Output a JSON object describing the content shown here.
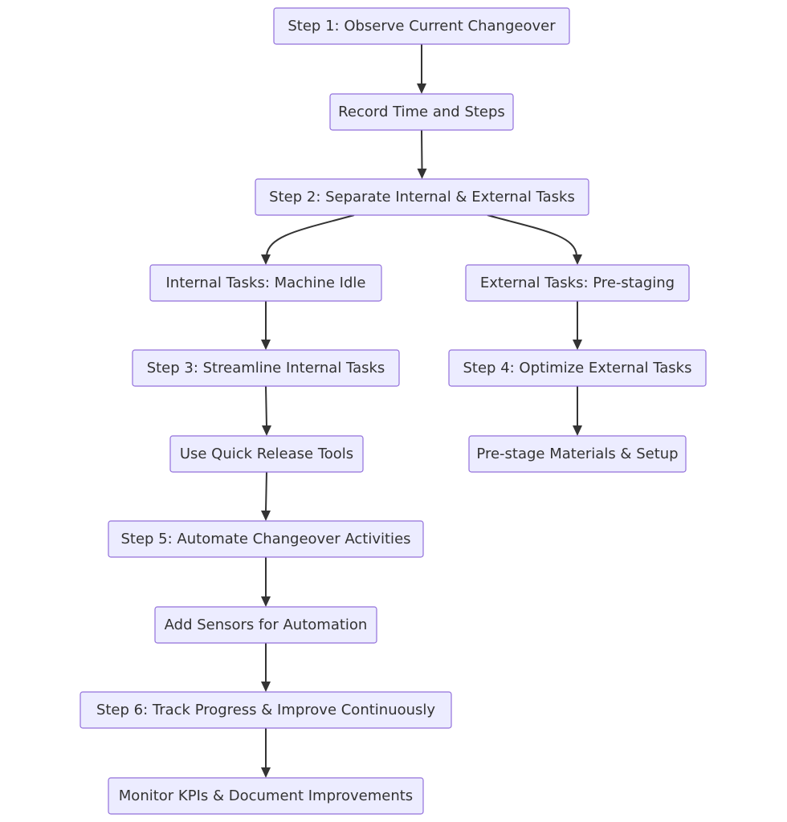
{
  "diagram": {
    "type": "flowchart",
    "nodes": [
      {
        "id": "observe",
        "label": "Step 1: Observe Current Changeover"
      },
      {
        "id": "record",
        "label": "Record Time and Steps"
      },
      {
        "id": "separate",
        "label": "Step 2: Separate Internal & External Tasks"
      },
      {
        "id": "internal",
        "label": "Internal Tasks: Machine Idle"
      },
      {
        "id": "external",
        "label": "External Tasks: Pre-staging"
      },
      {
        "id": "streamline",
        "label": "Step 3: Streamline Internal Tasks"
      },
      {
        "id": "optimize",
        "label": "Step 4: Optimize External Tasks"
      },
      {
        "id": "quick-release",
        "label": "Use Quick Release Tools"
      },
      {
        "id": "prestage",
        "label": "Pre-stage Materials & Setup"
      },
      {
        "id": "automate",
        "label": "Step 5: Automate Changeover Activities"
      },
      {
        "id": "sensors",
        "label": "Add Sensors for Automation"
      },
      {
        "id": "track",
        "label": "Step 6: Track Progress & Improve Continuously"
      },
      {
        "id": "monitor",
        "label": "Monitor KPIs & Document Improvements"
      }
    ],
    "edges": [
      {
        "from": "observe",
        "to": "record"
      },
      {
        "from": "record",
        "to": "separate"
      },
      {
        "from": "separate",
        "to": "internal"
      },
      {
        "from": "separate",
        "to": "external"
      },
      {
        "from": "internal",
        "to": "streamline"
      },
      {
        "from": "external",
        "to": "optimize"
      },
      {
        "from": "streamline",
        "to": "quick-release"
      },
      {
        "from": "optimize",
        "to": "prestage"
      },
      {
        "from": "quick-release",
        "to": "automate"
      },
      {
        "from": "automate",
        "to": "sensors"
      },
      {
        "from": "sensors",
        "to": "track"
      },
      {
        "from": "track",
        "to": "monitor"
      }
    ],
    "colors": {
      "node_fill": "#ececff",
      "node_border": "#9370db",
      "text": "#333333",
      "edge": "#333333"
    }
  }
}
